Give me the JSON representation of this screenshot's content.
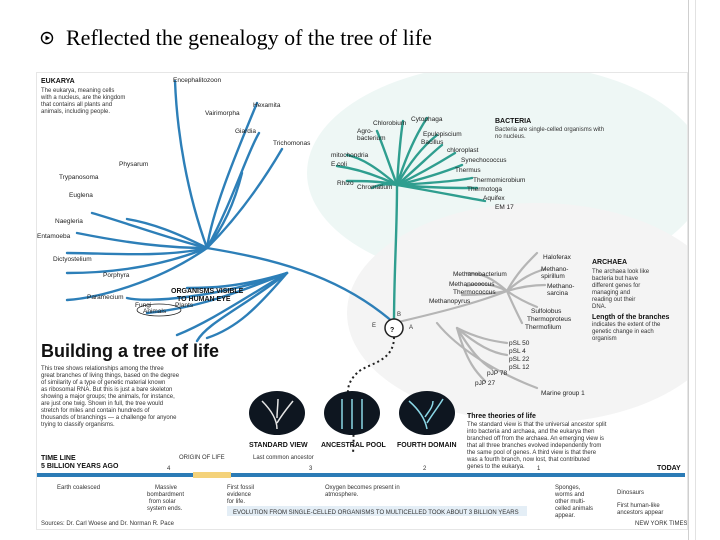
{
  "slide": {
    "title": "Reflected the genealogy of the tree of life"
  },
  "colors": {
    "eukarya": "#2d7fb8",
    "bacteria": "#2f9e8f",
    "archaea": "#c9c9c9",
    "timeline": "#2b7bb6",
    "origin_band": "#f4d27a"
  },
  "figure": {
    "eukarya": {
      "heading": "EUKARYA",
      "desc": [
        "The eukarya, meaning cells",
        "with a nucleus, are the kingdom",
        "that contains all plants and",
        "animals, including people."
      ],
      "taxa": [
        "Encephalitozoon",
        "Vairimorpha",
        "Hexamita",
        "Giardia",
        "Trichomonas",
        "Physarum",
        "Trypanosoma",
        "Euglena",
        "Naegleria",
        "Entamoeba",
        "Dictyostelium",
        "Porphyra",
        "Paramecium",
        "Fungi",
        "Plants",
        "Animals"
      ],
      "visible_note": [
        "ORGANISMS VISIBLE",
        "TO HUMAN EYE"
      ]
    },
    "bacteria": {
      "heading": "BACTERIA",
      "desc": [
        "Bacteria are single-celled organisms with",
        "no nucleus."
      ],
      "taxa": [
        "Aquifex",
        "Chlorobium",
        "Cytophaga",
        "Epulopiscium",
        "Bacillus",
        "chloroplast",
        "Synechococcus",
        "Thermus",
        "Thermomicrobium",
        "Thermotoga",
        "Aquifex",
        "EM 17",
        "mitochondria",
        "E.coli",
        "Rhizo",
        "Chromatium",
        "Agro-",
        "bacterium"
      ]
    },
    "archaea": {
      "heading": "ARCHAEA",
      "desc": [
        "The archaea look like",
        "bacteria but have",
        "different genes for",
        "managing and",
        "reading out their",
        "DNA."
      ],
      "length_note": [
        "Length of the branches",
        "indicates the extent of the",
        "genetic change in each",
        "organism"
      ],
      "taxa": [
        "Haloferax",
        "Methano-",
        "spirillum",
        "Methanobacterium",
        "Methanococcus",
        "Thermococcus",
        "Methanopyrus",
        "Methano-",
        "sarcina",
        "Sulfolobus",
        "Thermoproteus",
        "Thermofilum",
        "pSL 50",
        "pSL 4",
        "pSL 22",
        "pSL 12",
        "pJP 78",
        "pJP 27",
        "Marine group 1"
      ]
    },
    "building": {
      "title": "Building a tree of life",
      "desc": [
        "This tree shows relationships among the three",
        "great branches of living things, based on the degree",
        "of similarity of a type of genetic material known",
        "as ribosomal RNA. But this is just a bare skeleton",
        "showing a major groups; the animals, for instance,",
        "are just one twig. Shown in full, the tree would",
        "stretch for miles and contain hundreds of",
        "thousands of branchings — a challenge for anyone",
        "trying to classify organisms."
      ]
    },
    "theories": {
      "heading": "Three theories of life",
      "desc": [
        "The standard view is that the universal ancestor split",
        "into bacteria and archaea, and the eukarya then",
        "branched off from the archaea. An emerging view is",
        "that all three branches evolved independently from",
        "the same pool of genes. A third view is that there",
        "was a fourth branch, now lost, that contributed",
        "genes to the eukarya."
      ],
      "panels": [
        "STANDARD VIEW",
        "ANCESTRAL POOL",
        "FOURTH DOMAIN"
      ]
    },
    "timeline": {
      "heading": "TIME LINE",
      "start": "5 BILLION YEARS AGO",
      "origin": "ORIGIN OF LIFE",
      "ancestor": "Last common ancestor",
      "today": "TODAY",
      "ticks": [
        "4",
        "3",
        "2",
        "1"
      ],
      "events": [
        {
          "text": [
            "Earth coalesced"
          ]
        },
        {
          "text": [
            "Massive",
            "bombardment",
            "from solar",
            "system ends."
          ]
        },
        {
          "text": [
            "First fossil",
            "evidence",
            "for life."
          ]
        },
        {
          "text": [
            "Oxygen becomes present in",
            "atmosphere."
          ]
        },
        {
          "text": [
            "Sponges,",
            "worms and",
            "other multi-",
            "celled animals",
            "appear."
          ]
        },
        {
          "text": [
            "Dinosaurs"
          ]
        },
        {
          "text": [
            "First human-like",
            "ancestors appear"
          ]
        }
      ],
      "band": "EVOLUTION FROM SINGLE-CELLED ORGANISMS TO MULTICELLED TOOK ABOUT 3 BILLION YEARS"
    },
    "sources": "Sources: Dr. Carl Woese and Dr. Norman R. Pace",
    "credit": "NEW YORK TIMES",
    "node_labels": [
      "B",
      "E",
      "A",
      "?"
    ]
  }
}
